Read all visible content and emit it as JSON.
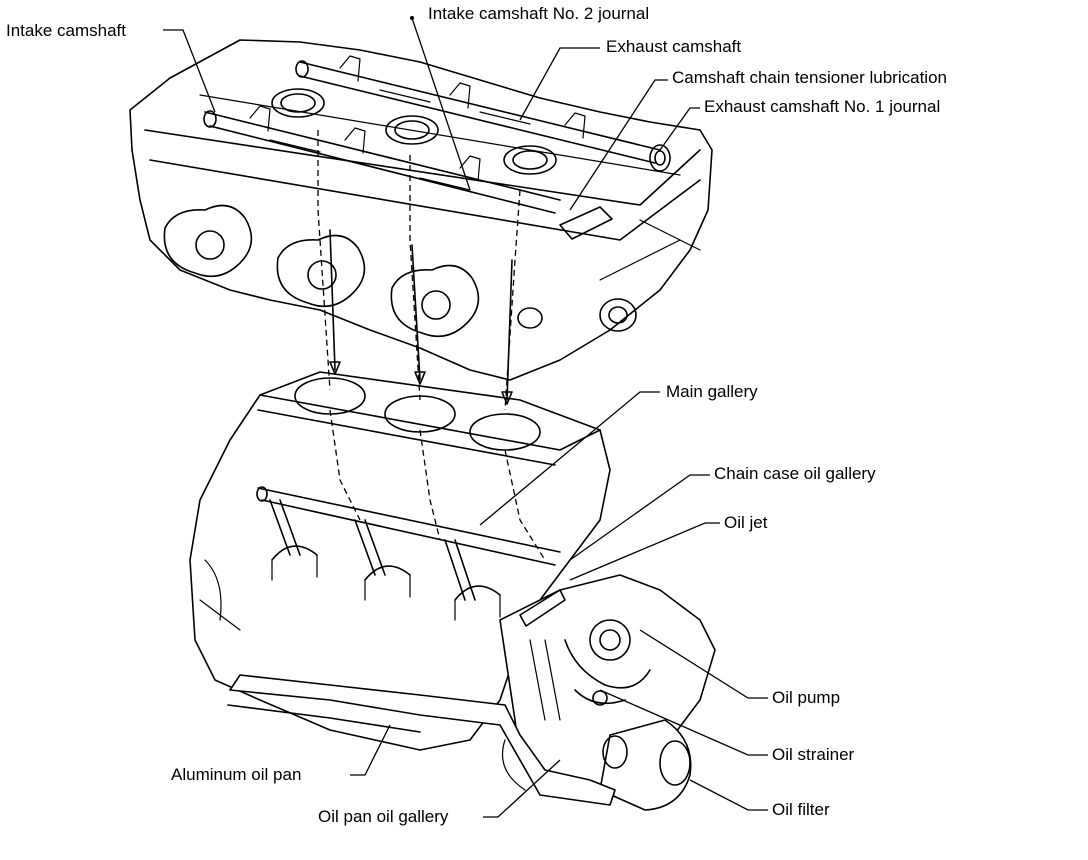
{
  "labels": {
    "intake_camshaft": "Intake camshaft",
    "intake_camshaft_no2_journal": "Intake camshaft No. 2 journal",
    "exhaust_camshaft": "Exhaust camshaft",
    "camshaft_chain_tensioner_lubrication": "Camshaft chain tensioner lubrication",
    "exhaust_camshaft_no1_journal": "Exhaust camshaft No. 1 journal",
    "main_gallery": "Main gallery",
    "chain_case_oil_gallery": "Chain case oil gallery",
    "oil_jet": "Oil jet",
    "oil_pump": "Oil pump",
    "oil_strainer": "Oil strainer",
    "oil_filter": "Oil filter",
    "aluminum_oil_pan": "Aluminum oil pan",
    "oil_pan_oil_gallery": "Oil pan oil gallery"
  }
}
